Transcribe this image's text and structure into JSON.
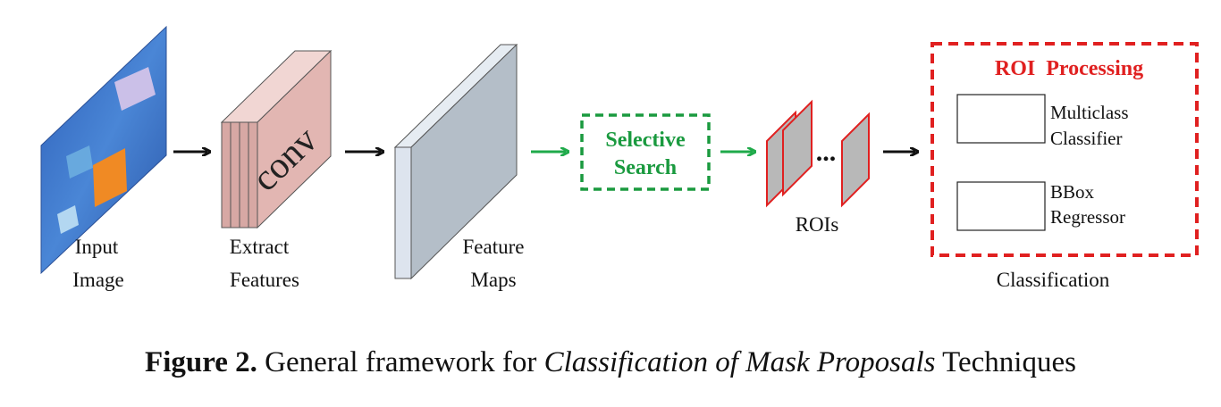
{
  "input": {
    "label_line1": "Input",
    "label_line2": "Image"
  },
  "extract": {
    "stack_text": "conv",
    "label_line1": "Extract",
    "label_line2": "Features"
  },
  "feature_maps": {
    "label_line1": "Feature",
    "label_line2": "Maps"
  },
  "selective_search": {
    "line1": "Selective",
    "line2": "Search"
  },
  "rois": {
    "label": "ROIs",
    "ellipsis": "..."
  },
  "roi_processing": {
    "title": "ROI  Processing",
    "classifier_line1": "Multiclass",
    "classifier_line2": "Classifier",
    "bbox_line1": "BBox",
    "bbox_line2": "Regressor",
    "label": "Classification"
  },
  "caption": {
    "figure": "Figure 2.",
    "text_before": " General framework for ",
    "italic": "Classification of Mask Proposals",
    "text_after": " Techniques"
  },
  "colors": {
    "arrow_black": "#111111",
    "arrow_green": "#1faa4a",
    "selective_green": "#1a9a3f",
    "roi_red": "#e02020",
    "conv_fill": "#e2b6b2",
    "feature_fill": "#b4bec8",
    "image_blue": "#3a6fc4"
  }
}
